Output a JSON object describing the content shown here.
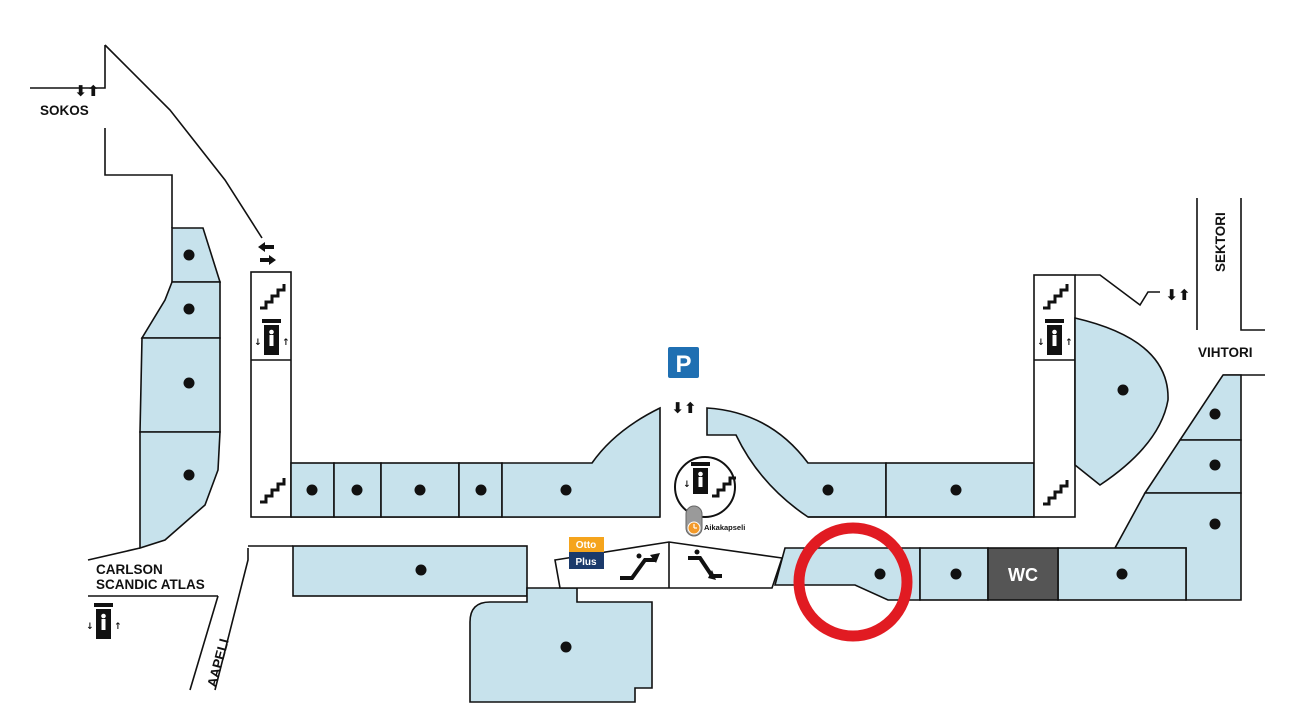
{
  "labels": {
    "sokos": "SOKOS",
    "carlson_line1": "CARLSON",
    "carlson_line2": "SCANDIC ATLAS",
    "aapeli": "AAPELI",
    "sektori": "SEKTORI",
    "vihtori": "VIHTORI",
    "aikakapseli": "Aikakapseli",
    "wc": "WC",
    "parking": "P",
    "otto": "Otto",
    "plus": "Plus"
  },
  "colors": {
    "unit_fill": "#c7e2ec",
    "outline": "#111111",
    "parking": "#1f6fb2",
    "wc": "#555555",
    "highlight": "#e11b22",
    "otto": "#f5a41c",
    "plus": "#1b3a6b"
  },
  "icons": [
    "elevator-icon",
    "stairs-icon",
    "escalator-up-icon",
    "escalator-down-icon",
    "parking-icon",
    "wc-icon",
    "time-capsule-icon",
    "atm-icon"
  ]
}
